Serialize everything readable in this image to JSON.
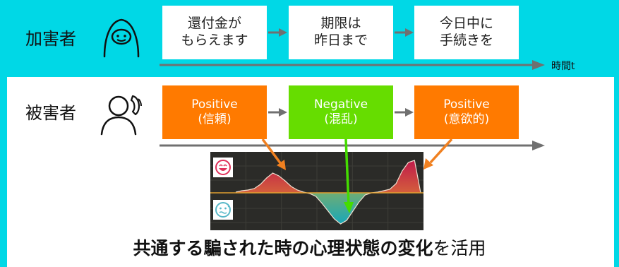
{
  "attacker": {
    "label": "加害者",
    "icon": "hooded-person-icon",
    "steps": [
      {
        "line1": "還付金が",
        "line2": "もらえます"
      },
      {
        "line1": "期限は",
        "line2": "昨日まで"
      },
      {
        "line1": "今日中に",
        "line2": "手続きを"
      }
    ],
    "timeline_label": "時間t"
  },
  "victim": {
    "label": "被害者",
    "icon": "person-on-phone-icon",
    "states": [
      {
        "line1": "Positive",
        "line2": "(信頼)",
        "color": "#ff7a00"
      },
      {
        "line1": "Negative",
        "line2": "(混乱)",
        "color": "#66dd00"
      },
      {
        "line1": "Positive",
        "line2": "(意欲的)",
        "color": "#ff7a00"
      }
    ]
  },
  "caption": {
    "bold": "共通する騙された時の心理状態の変化",
    "normal": "を活用"
  },
  "colors": {
    "background": "#00d8e6",
    "orange": "#ff7a00",
    "green": "#66dd00",
    "arrow_gray": "#707070"
  },
  "chart_data": {
    "type": "area",
    "x": [
      0,
      1,
      2,
      3,
      4,
      5,
      6,
      7,
      8,
      9,
      10,
      11,
      12,
      13,
      14,
      15,
      16,
      17,
      18,
      19,
      20,
      21,
      22,
      23,
      24,
      25,
      26,
      27,
      28,
      29,
      30
    ],
    "values": [
      0.02,
      0.06,
      0.08,
      0.12,
      0.24,
      0.42,
      0.56,
      0.48,
      0.34,
      0.18,
      0.08,
      0.02,
      -0.02,
      -0.1,
      -0.3,
      -0.52,
      -0.74,
      -0.88,
      -0.78,
      -0.52,
      -0.26,
      -0.06,
      0.0,
      0.02,
      0.06,
      0.1,
      0.26,
      0.62,
      0.86,
      0.92,
      0.0
    ],
    "positive_icon": "happy-face-icon",
    "negative_icon": "worried-face-icon"
  }
}
